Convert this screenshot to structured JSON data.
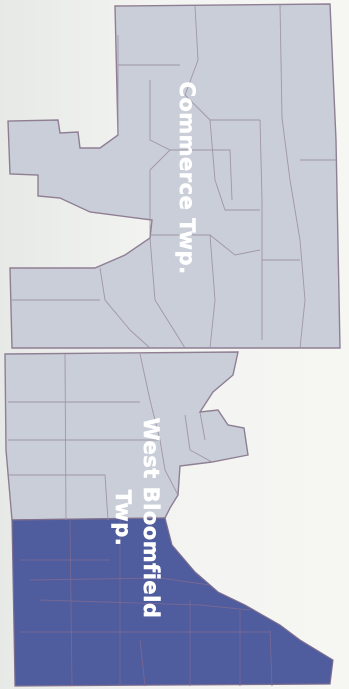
{
  "labels": {
    "commerce": "Commerce Twp.",
    "west_bloomfield_line1": "West Bloomfield",
    "west_bloomfield_line2": "Twp."
  },
  "colors": {
    "background": "#eef0ee",
    "township_fill": "#c9ced8",
    "highlight_fill": "#4f5c9e",
    "boundary": "#8f7f94",
    "label": "#ffffff"
  }
}
